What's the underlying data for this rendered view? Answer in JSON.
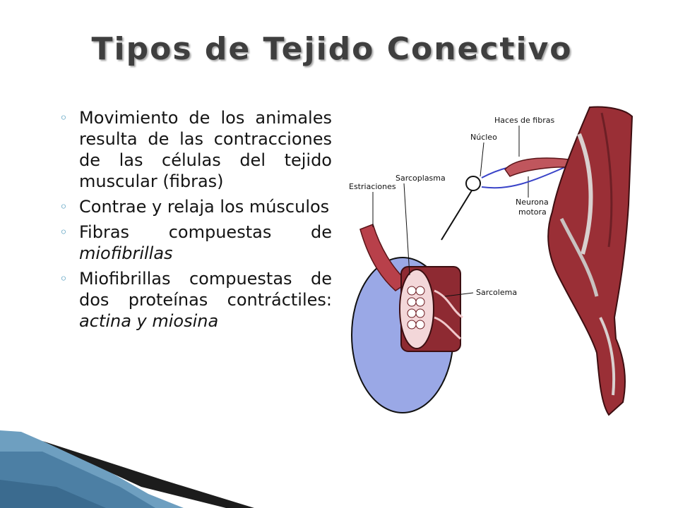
{
  "title": "Tipos de Tejido Conectivo",
  "bullets": [
    {
      "text": "Movimiento de los animales resulta de las contracciones de las células del tejido muscular (fibras)"
    },
    {
      "text": "Contrae y relaja los músculos"
    },
    {
      "text_plain": "Fibras compuestas de ",
      "text_italic": "miofibrillas"
    },
    {
      "text_plain": "Miofibrillas compuestas de dos proteínas contráctiles: ",
      "text_italic": "actina y miosina"
    }
  ],
  "figure": {
    "labels": {
      "haces": "Haces de fibras",
      "nucleo": "Núcleo",
      "estriaciones": "Estriaciones",
      "sarcoplasma": "Sarcoplasma",
      "neurona_1": "Neurona",
      "neurona_2": "motora",
      "sarcolema": "Sarcolema"
    }
  },
  "colors": {
    "title": "#3f3f3f",
    "bullet": "#3b8fb5",
    "circle_fill": "#9aa8e6",
    "muscle": "#a8333b",
    "corner_blue": "#5a8fb2"
  }
}
